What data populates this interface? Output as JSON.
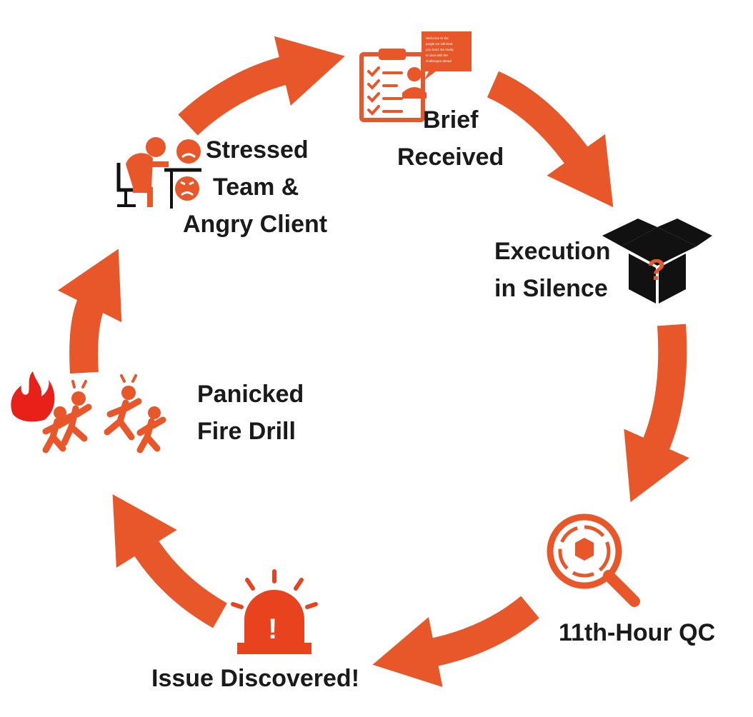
{
  "theme": {
    "accent": "#e8572a",
    "text": "#1a1a1a",
    "alert": "#e8421f",
    "fire": "#e8201a"
  },
  "stages": [
    {
      "id": "brief",
      "lines": [
        "Brief",
        "Received"
      ],
      "icon": "clipboard-checklist-icon",
      "speech_text": [
        "Welcome to the",
        "jungle we will treat",
        "you hard. Be ready",
        "to deal with the",
        "challenges ahead"
      ]
    },
    {
      "id": "execution",
      "lines": [
        "Execution",
        "in Silence"
      ],
      "icon": "mystery-box-icon",
      "icon_glyph": "?"
    },
    {
      "id": "qc",
      "lines": [
        "11th-Hour QC"
      ],
      "icon": "magnifier-package-icon"
    },
    {
      "id": "issue",
      "lines": [
        "Issue Discovered!"
      ],
      "icon": "alarm-siren-icon",
      "icon_glyph": "!"
    },
    {
      "id": "panic",
      "lines": [
        "Panicked",
        "Fire Drill"
      ],
      "icon": "running-people-fire-icon"
    },
    {
      "id": "stressed",
      "lines": [
        "Stressed",
        "Team &",
        "Angry Client"
      ],
      "icon": "stressed-person-desk-icon"
    }
  ]
}
